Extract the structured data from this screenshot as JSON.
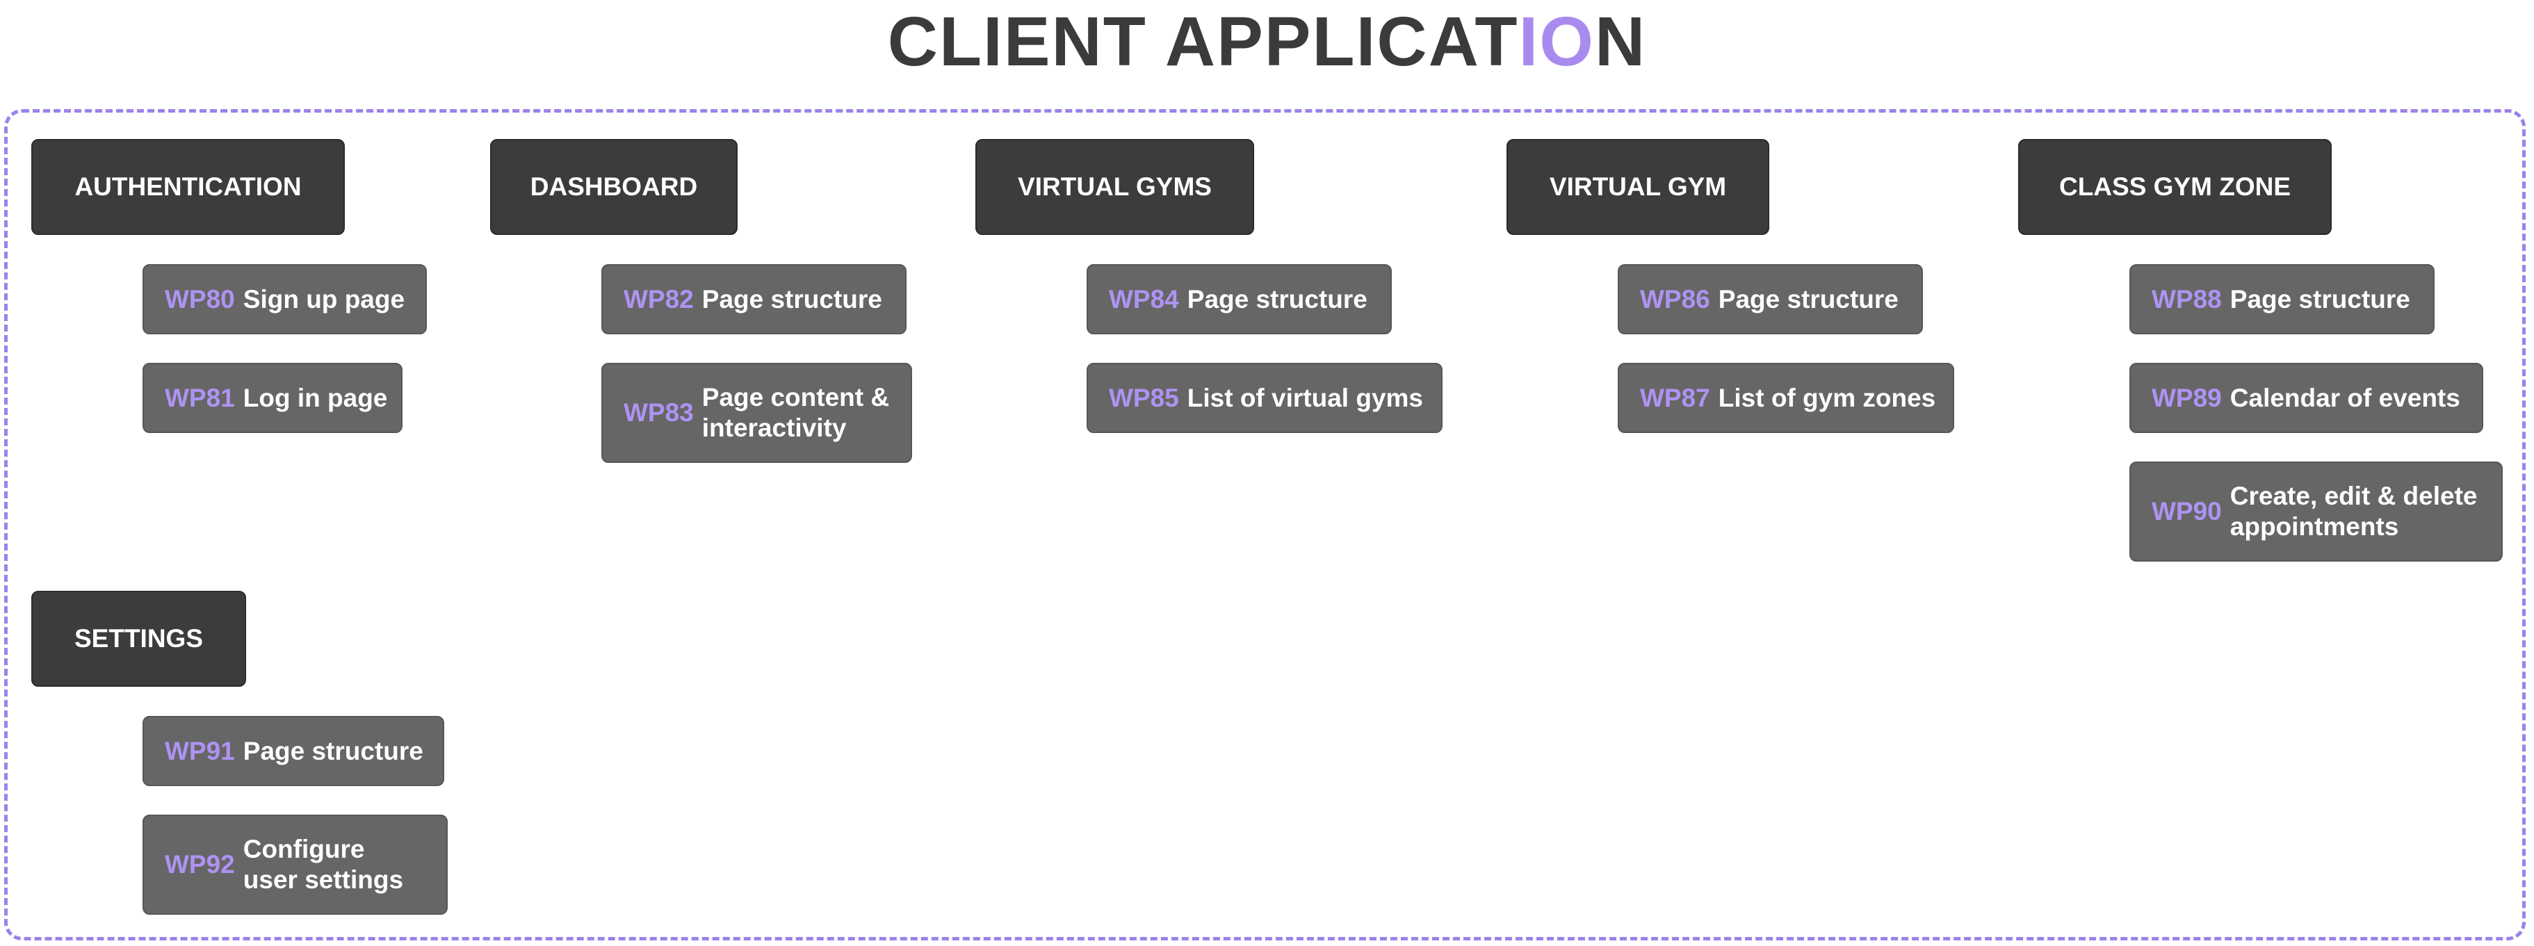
{
  "title": {
    "main": "CLIENT APPLICAT",
    "accent": "IO",
    "end": "N"
  },
  "colors": {
    "section_bg": "#3c3c3c",
    "item_bg": "#666666",
    "accent": "#a98bf0",
    "border": "#9b82ec",
    "title": "#3b3b3b"
  },
  "sections": [
    {
      "name": "AUTHENTICATION",
      "items": [
        {
          "code": "WP80",
          "label": "Sign up page"
        },
        {
          "code": "WP81",
          "label": "Log in page"
        }
      ]
    },
    {
      "name": "DASHBOARD",
      "items": [
        {
          "code": "WP82",
          "label": "Page structure"
        },
        {
          "code": "WP83",
          "label": "Page content & interactivity"
        }
      ]
    },
    {
      "name": "VIRTUAL GYMS",
      "items": [
        {
          "code": "WP84",
          "label": "Page structure"
        },
        {
          "code": "WP85",
          "label": "List of virtual gyms"
        }
      ]
    },
    {
      "name": "VIRTUAL GYM",
      "items": [
        {
          "code": "WP86",
          "label": "Page structure"
        },
        {
          "code": "WP87",
          "label": "List of gym zones"
        }
      ]
    },
    {
      "name": "CLASS GYM ZONE",
      "items": [
        {
          "code": "WP88",
          "label": "Page structure"
        },
        {
          "code": "WP89",
          "label": "Calendar of events"
        },
        {
          "code": "WP90",
          "label": "Create, edit & delete appointments"
        }
      ]
    },
    {
      "name": "SETTINGS",
      "items": [
        {
          "code": "WP91",
          "label": "Page structure"
        },
        {
          "code": "WP92",
          "label": "Configure user settings"
        }
      ]
    }
  ]
}
